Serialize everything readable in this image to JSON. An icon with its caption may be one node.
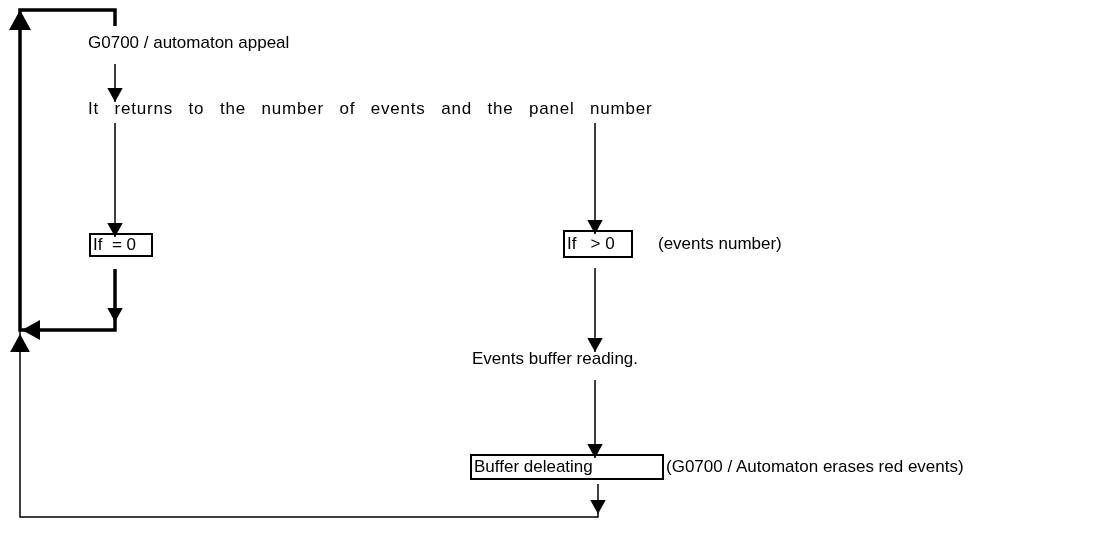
{
  "diagram": {
    "nodes": [
      {
        "text": [
          "G0700 / automaton appeal"
        ]
      },
      {
        "text": [
          "It returns to the number of events and the panel number"
        ]
      },
      {
        "text": [
          "If  = 0"
        ]
      },
      {
        "text": [
          "If   > 0"
        ],
        "beside": [
          "(events number)"
        ]
      },
      {
        "text": [
          "Events buffer reading."
        ]
      },
      {
        "text": [
          "Buffer deleating"
        ],
        "beside": [
          "(G0700 / Automaton erases red events)"
        ]
      }
    ],
    "edges": [
      {
        "from": 0,
        "to": 1,
        "arrow": "to"
      },
      {
        "from": 1,
        "to": 2,
        "arrow": "to"
      },
      {
        "from": 1,
        "to": 3,
        "arrow": "to"
      },
      {
        "from": 3,
        "to": 4,
        "arrow": "to"
      },
      {
        "from": 4,
        "to": 5,
        "arrow": "to"
      },
      {
        "from": 2,
        "to": 0,
        "arrow": "to",
        "style": "thick"
      },
      {
        "from": 5,
        "to": 0,
        "arrow": "to"
      }
    ]
  }
}
